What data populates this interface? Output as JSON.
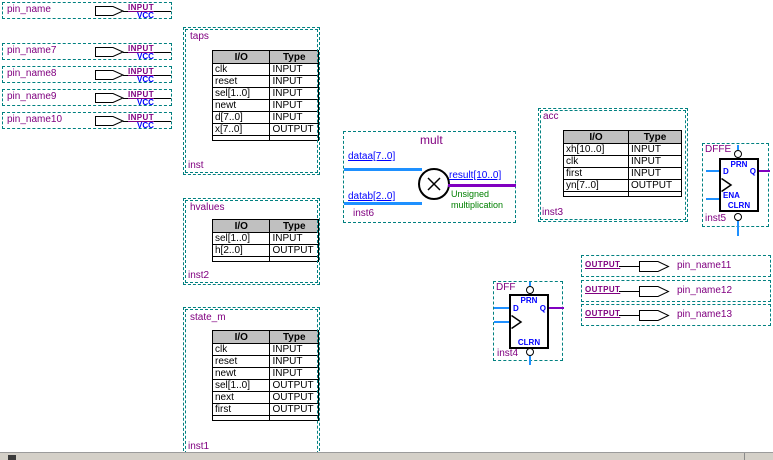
{
  "editor": {
    "background": "#ffffff",
    "selection_dash_color": "#008080",
    "scrollbar_track_color": "#d4d0c8"
  },
  "colors": {
    "pin_name_text": "#800080",
    "io_direction_text": "#800080",
    "vcc_text": "#0000ff",
    "port_label_text": "#0000ff",
    "bus_wire_blue": "#1e90ff",
    "bus_wire_purple": "#8000c0",
    "annotation_green": "#008000",
    "table_header_bg": "#c0c0c0"
  },
  "input_pins": [
    {
      "name": "pin_name",
      "type_label": "INPUT",
      "level_label": "VCC"
    },
    {
      "name": "pin_name7",
      "type_label": "INPUT",
      "level_label": "VCC"
    },
    {
      "name": "pin_name8",
      "type_label": "INPUT",
      "level_label": "VCC"
    },
    {
      "name": "pin_name9",
      "type_label": "INPUT",
      "level_label": "VCC"
    },
    {
      "name": "pin_name10",
      "type_label": "INPUT",
      "level_label": "VCC"
    }
  ],
  "output_pins": [
    {
      "name": "pin_name11",
      "type_label": "OUTPUT"
    },
    {
      "name": "pin_name12",
      "type_label": "OUTPUT"
    },
    {
      "name": "pin_name13",
      "type_label": "OUTPUT"
    }
  ],
  "blocks": {
    "taps": {
      "title": "taps",
      "instance": "inst",
      "col_headers": [
        "I/O",
        "Type"
      ],
      "rows": [
        [
          "clk",
          "INPUT"
        ],
        [
          "reset",
          "INPUT"
        ],
        [
          "sel[1..0]",
          "INPUT"
        ],
        [
          "newt",
          "INPUT"
        ],
        [
          "d[7..0]",
          "INPUT"
        ],
        [
          "x[7..0]",
          "OUTPUT"
        ]
      ]
    },
    "hvalues": {
      "title": "hvalues",
      "instance": "inst2",
      "col_headers": [
        "I/O",
        "Type"
      ],
      "rows": [
        [
          "sel[1..0]",
          "INPUT"
        ],
        [
          "h[2..0]",
          "OUTPUT"
        ]
      ]
    },
    "state_m": {
      "title": "state_m",
      "instance": "inst1",
      "col_headers": [
        "I/O",
        "Type"
      ],
      "rows": [
        [
          "clk",
          "INPUT"
        ],
        [
          "reset",
          "INPUT"
        ],
        [
          "newt",
          "INPUT"
        ],
        [
          "sel[1..0]",
          "OUTPUT"
        ],
        [
          "next",
          "OUTPUT"
        ],
        [
          "first",
          "OUTPUT"
        ]
      ]
    },
    "acc": {
      "title": "acc",
      "instance": "inst3",
      "col_headers": [
        "I/O",
        "Type"
      ],
      "rows": [
        [
          "xh[10..0]",
          "INPUT"
        ],
        [
          "clk",
          "INPUT"
        ],
        [
          "first",
          "INPUT"
        ],
        [
          "yn[7..0]",
          "OUTPUT"
        ]
      ]
    }
  },
  "multiplier": {
    "title": "mult",
    "instance": "inst6",
    "input_a_label": "dataa[7..0]",
    "input_b_label": "datab[2..0]",
    "result_label": "result[10..0]",
    "annotation": [
      "Unsigned",
      "multiplication"
    ]
  },
  "flipflops": {
    "dff": {
      "title": "DFF",
      "instance": "inst4",
      "labels": {
        "prn": "PRN",
        "clrn": "CLRN",
        "d": "D",
        "q": "Q"
      }
    },
    "dffe": {
      "title": "DFFE",
      "instance": "inst5",
      "labels": {
        "prn": "PRN",
        "clrn": "CLRN",
        "d": "D",
        "q": "Q",
        "ena": "ENA"
      }
    }
  }
}
